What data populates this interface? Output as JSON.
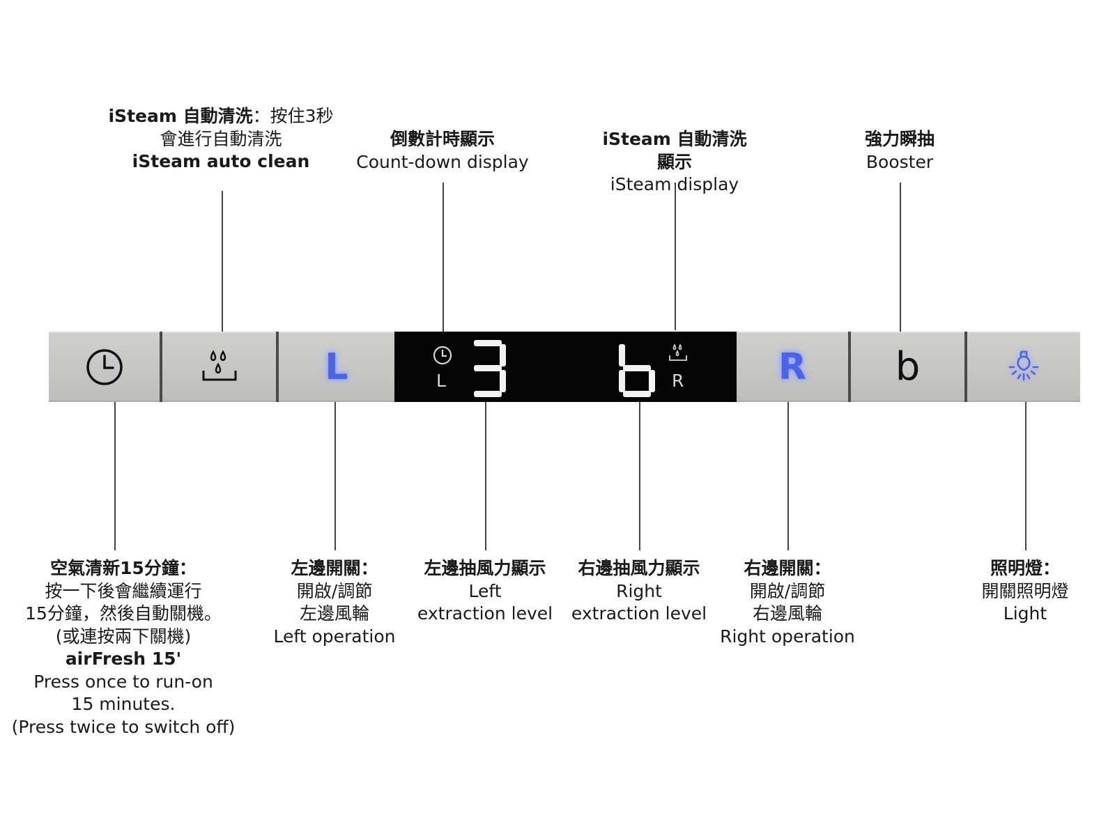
{
  "top_labels": {
    "isteam_clean": {
      "line1_bold": "iSteam 自動清洗",
      "line1_rest": "：按住3秒",
      "line2": "會進行自動清洗",
      "line3": "iSteam auto clean"
    },
    "countdown": {
      "line1": "倒數計時顯示",
      "line2": "Count-down display"
    },
    "isteam_display": {
      "line1": "iSteam 自動清洗",
      "line2": "顯示",
      "line3": "iSteam display"
    },
    "booster": {
      "line1": "強力瞬抽",
      "line2": "Booster"
    }
  },
  "bottom_labels": {
    "airfresh": {
      "line1": "空氣清新15分鐘：",
      "line2": "按一下後會繼續運行",
      "line3": "15分鐘，然後自動關機。",
      "line4": "(或連按兩下關機)",
      "line5": "airFresh 15'",
      "line6": "Press once to run-on",
      "line7": "15 minutes.",
      "line8": "(Press twice to switch off)"
    },
    "left_switch": {
      "line1": "左邊開關：",
      "line2": "開啟/調節",
      "line3": "左邊風輪",
      "line4": "Left operation"
    },
    "left_level": {
      "line1": "左邊抽風力顯示",
      "line2": "Left",
      "line3": "extraction level"
    },
    "right_level": {
      "line1": "右邊抽風力顯示",
      "line2": "Right",
      "line3": "extraction level"
    },
    "right_switch": {
      "line1": "右邊開關：",
      "line2": "開啟/調節",
      "line3": "右邊風輪",
      "line4": "Right operation"
    },
    "light": {
      "line1": "照明燈：",
      "line2": "開關照明燈",
      "line3": "Light"
    }
  },
  "panel": {
    "left_button_letter": "L",
    "right_button_letter": "R",
    "booster_letter": "b",
    "display_left_small": "L",
    "display_right_small": "R",
    "display_left_digit": "3",
    "display_right_digit": "b",
    "blue_color": "#4a63e8"
  }
}
